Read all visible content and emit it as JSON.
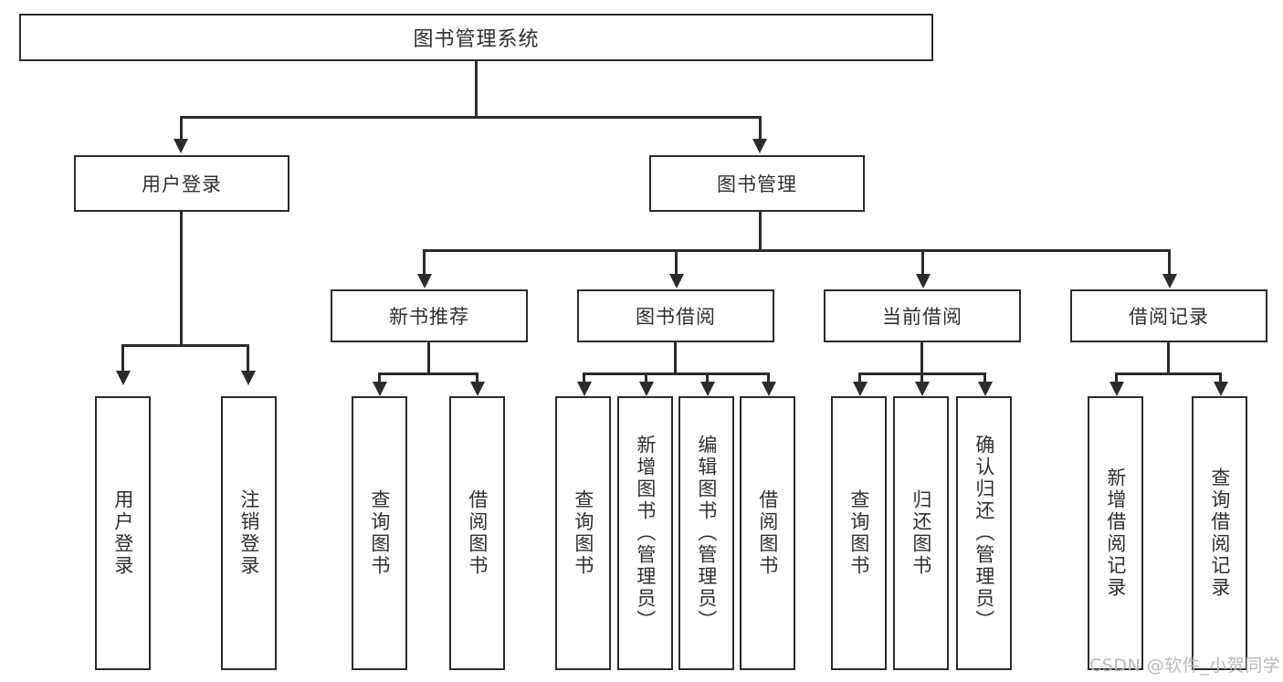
{
  "diagram": {
    "title": "图书管理系统",
    "type": "tree-hierarchy-diagram",
    "root": {
      "label": "图书管理系统"
    },
    "level2": [
      {
        "label": "用户登录"
      },
      {
        "label": "图书管理"
      }
    ],
    "level3": [
      {
        "label": "新书推荐"
      },
      {
        "label": "图书借阅"
      },
      {
        "label": "当前借阅"
      },
      {
        "label": "借阅记录"
      }
    ],
    "leaves": {
      "user_login": [
        {
          "label": "用户登录"
        },
        {
          "label": "注销登录"
        }
      ],
      "new_book_recommend": [
        {
          "label": "查询图书"
        },
        {
          "label": "借阅图书"
        }
      ],
      "book_borrow": [
        {
          "label": "查询图书"
        },
        {
          "label": "新增图书（管理员）"
        },
        {
          "label": "编辑图书（管理员）"
        },
        {
          "label": "借阅图书"
        }
      ],
      "current_borrow": [
        {
          "label": "查询图书"
        },
        {
          "label": "归还图书"
        },
        {
          "label": "确认归还（管理员）"
        }
      ],
      "borrow_record": [
        {
          "label": "新增借阅记录"
        },
        {
          "label": "查询借阅记录"
        }
      ]
    }
  },
  "watermark": {
    "text": "CSDN @软件_小贺同学"
  },
  "colors": {
    "stroke": "#2b2b2b",
    "text": "#2f2f2f",
    "background": "#ffffff",
    "watermark": "#b9b9b9"
  }
}
